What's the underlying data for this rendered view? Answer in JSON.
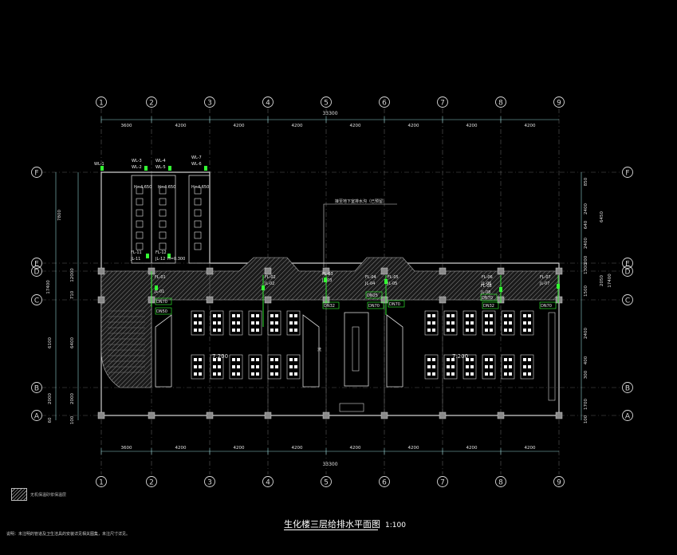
{
  "drawing": {
    "title": "生化楼三层给排水平面图",
    "scale": "1:100",
    "note": "说明：未注明的管道及卫生洁具的安装详见相关图集，未注尺寸详见。",
    "legend_label": "无机保温砂浆保温层"
  },
  "grid": {
    "columns": [
      "1",
      "2",
      "3",
      "4",
      "5",
      "6",
      "7",
      "8",
      "9"
    ],
    "rows": [
      "F",
      "E",
      "D",
      "C",
      "B",
      "A"
    ]
  },
  "dimensions": {
    "total_width": "33300",
    "spans": [
      "3600",
      "4200",
      "4200",
      "4200",
      "4200",
      "4200",
      "4200",
      "4200"
    ],
    "left_outer": [
      "7800",
      "12000",
      "17400",
      "710",
      "6100",
      "6400",
      "2000",
      "2000",
      "60",
      "100"
    ],
    "right": [
      "850",
      "2400",
      "640",
      "2400",
      "200",
      "1300",
      "1500",
      "2400",
      "400",
      "300",
      "1700",
      "100"
    ],
    "right_outer": [
      "6450",
      "2050",
      "17400"
    ]
  },
  "pipes": {
    "tags": [
      "WL-1",
      "WL-3",
      "WL-2",
      "WL-4",
      "WL-5",
      "WL-7",
      "WL-6",
      "FL-11",
      "FL-12",
      "JL-11",
      "JL-12",
      "FL-01",
      "JL-01",
      "FL-02",
      "JL-02",
      "FL-03",
      "JL-03",
      "FL-04",
      "JL-04",
      "FL-05",
      "JL-05",
      "FL-06",
      "JL-06",
      "FL-07",
      "JL-07",
      "FL-08",
      "JL-08"
    ],
    "sizes": [
      "DN70",
      "DN50",
      "DN32",
      "DN25",
      "DN70",
      "DN70",
      "DN70",
      "DN32",
      "DN70"
    ],
    "heights": [
      "H=4.650",
      "H=4.650",
      "H=4.650",
      "H=0.300",
      "7.200",
      "7.200"
    ]
  },
  "annotations": [
    "接至地下室排水沟（已预留）",
    "7.200",
    "7.200",
    "洗"
  ]
}
